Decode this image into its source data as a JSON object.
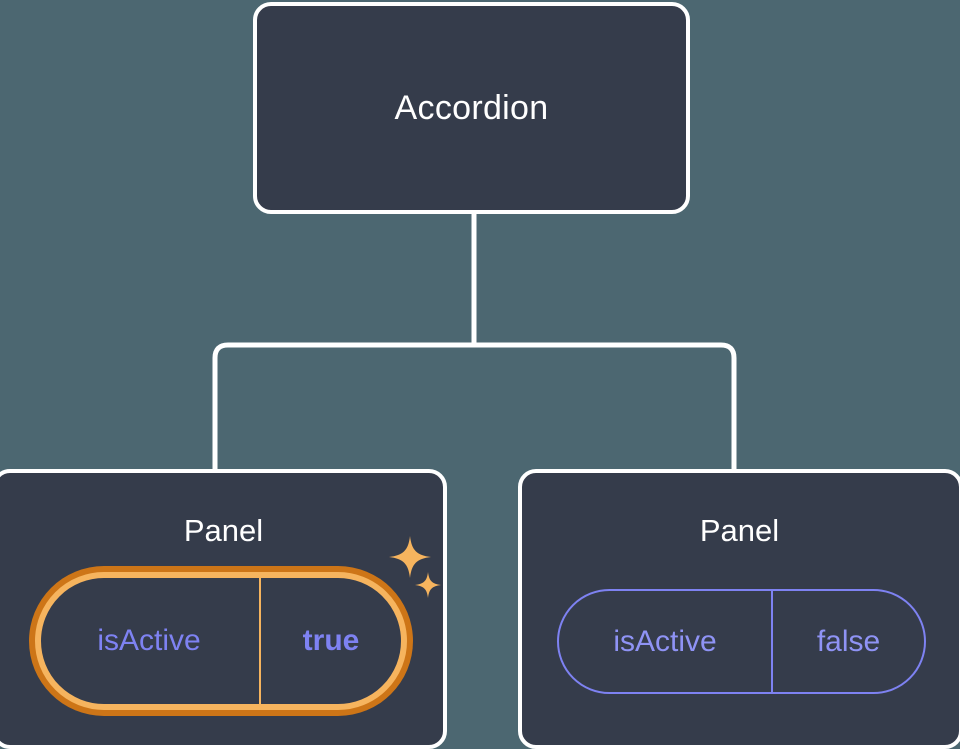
{
  "diagram": {
    "type": "component-tree",
    "background_color": "#4c6771",
    "node_fill_color": "#353c4b",
    "node_border_color": "#ffffff",
    "connector_color": "#ffffff",
    "highlight_color": "#f6b45e",
    "highlight_glow_color": "#cd7517",
    "prop_text_color": "#7e82f2",
    "root": {
      "label": "Accordion"
    },
    "children": [
      {
        "label": "Panel",
        "highlighted": true,
        "prop": {
          "key": "isActive",
          "value": "true"
        },
        "sparkles": [
          {
            "name": "sparkle-large"
          },
          {
            "name": "sparkle-small"
          }
        ]
      },
      {
        "label": "Panel",
        "highlighted": false,
        "prop": {
          "key": "isActive",
          "value": "false"
        }
      }
    ]
  }
}
